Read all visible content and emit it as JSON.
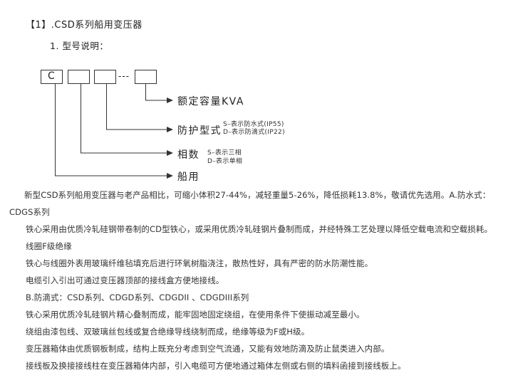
{
  "title": "【1】.CSD系列船用变压器",
  "subtitle": "1.  型号说明：",
  "diagram": {
    "box_letter": "C",
    "dashes": "---",
    "labels": {
      "capacity": "额定容量KVA",
      "protection": "防护型式",
      "protection_note_s": "S–表示防水式(IP55)",
      "protection_note_d": "D–表示防滴式(IP22)",
      "phase": "相数",
      "phase_note_s": "S–表示三相",
      "phase_note_d": "D–表示单相",
      "marine": "船用"
    }
  },
  "paragraphs": [
    "新型CSD系列船用变压器与老产品相比，可缩小体积27-44%，减轻重量5-26%，降低损耗13.8%，敬请优先选用。A.防水式：",
    "CDGS系列",
    "铁心采用由优质冷轧硅钢带卷制的CD型铁心，或采用优质冷轧硅钢片叠制而成，并经特殊工艺处理以降低空载电流和空载损耗。",
    "线圈F级绝缘",
    "铁心与线圈外表用玻璃纤维毡填充后进行环氧树脂浇注，散热性好，具有严密的防水防潮性能。",
    "电缆引入引出可通过变压器顶部的接线盒方便地接线。",
    "B.防滴式：CSD系列、CDGD系列、CDGDII 、CDGDIII系列",
    "铁心采用优质冷轧硅钢片精心叠制而成，能牢固地固定绕组，在使用条件下使振动减至最小。",
    "绕组由漆包线、双玻璃丝包线或复合绝缘导线绕制而成，绝缘等级为F或H级。",
    "变压器箱体由优质钢板制成，结构上既充分考虑到空气流通，又能有效地防滴及防止鼠类进入内部。",
    "接线板及换接接线柱在变压器箱体内部，引入电缆可方便地通过箱体左侧或右侧的填料函接到接线板上。"
  ]
}
